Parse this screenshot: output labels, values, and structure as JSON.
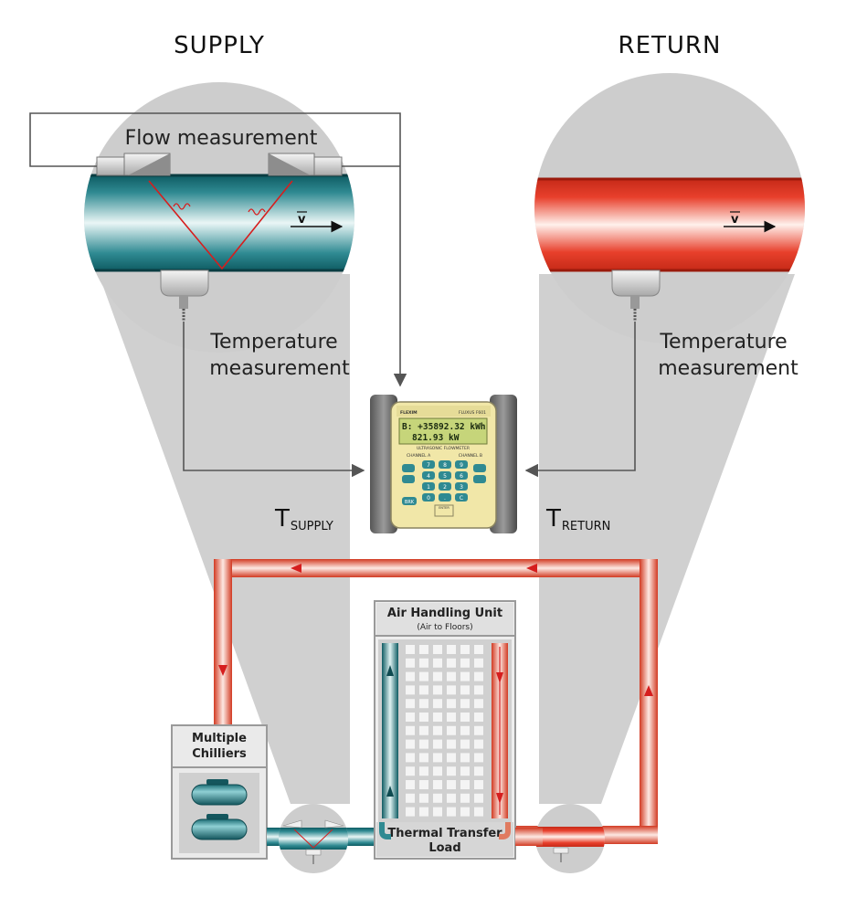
{
  "headers": {
    "supply": "SUPPLY",
    "return": "RETURN"
  },
  "labels": {
    "flow_measurement": "Flow measurement",
    "temp_supply_line1": "Temperature",
    "temp_supply_line2": "measurement",
    "temp_return_line1": "Temperature",
    "temp_return_line2": "measurement",
    "velocity_symbol": "v",
    "t_letter": "T",
    "t_supply_sub": "SUPPLY",
    "t_return_sub": "RETURN"
  },
  "meter": {
    "brand": "FLEXIM",
    "model": "FLUXUS F601",
    "line1": "B: +35892.32 kWh",
    "line2": "821.93   kW",
    "caption": "ULTRASONIC FLOWMETER",
    "channel_a": "CHANNEL A",
    "channel_b": "CHANNEL B",
    "keys": [
      "7",
      "8",
      "9",
      "4",
      "5",
      "6",
      "1",
      "2",
      "3",
      "0",
      ".",
      "C"
    ],
    "key_brk": "BRK",
    "key_enter": "ENTER"
  },
  "ahu": {
    "title": "Air Handling Unit",
    "subtitle": "(Air to Floors)"
  },
  "chillers": {
    "line1": "Multiple",
    "line2": "Chilliers"
  },
  "load": {
    "line1": "Thermal Transfer",
    "line2": "Load"
  },
  "colors": {
    "supply_teal": "#2f8a92",
    "return_red": "#e8402c",
    "lens_gray": "#c9c9c9",
    "meter_yellow": "#f1e7a8",
    "lcd_green": "#c6d57a"
  }
}
